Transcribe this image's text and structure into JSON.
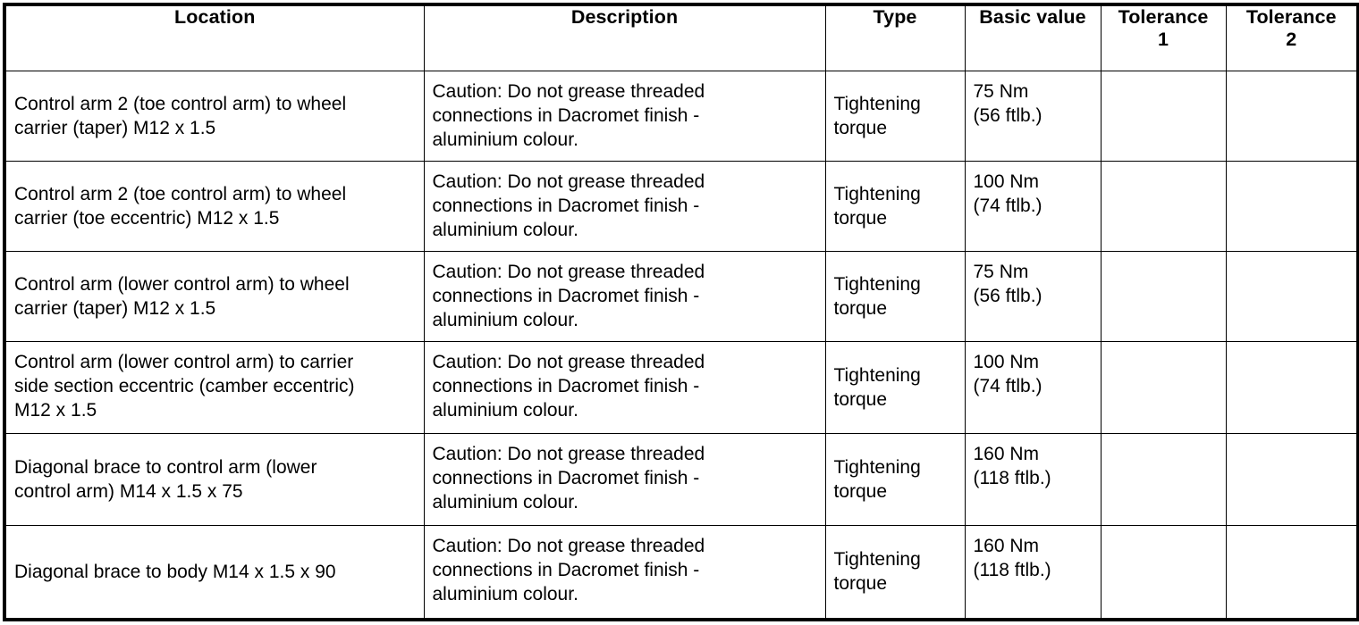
{
  "table": {
    "columns": [
      {
        "key": "location",
        "label": "Location"
      },
      {
        "key": "description",
        "label": "Description"
      },
      {
        "key": "type",
        "label": "Type"
      },
      {
        "key": "basic_value",
        "label": "Basic value"
      },
      {
        "key": "tolerance_1",
        "label": "Tolerance\n1"
      },
      {
        "key": "tolerance_2",
        "label": "Tolerance\n2"
      }
    ],
    "header": {
      "location": "Location",
      "description": "Description",
      "type": "Type",
      "basic_value": "Basic value",
      "tolerance_1_line1": "Tolerance",
      "tolerance_1_line2": "1",
      "tolerance_2_line1": "Tolerance",
      "tolerance_2_line2": "2"
    },
    "rows": [
      {
        "location_line1": "Control arm 2 (toe control arm) to wheel",
        "location_line2": "carrier (taper) M12 x 1.5",
        "location_line3": "",
        "description_line1": "Caution: Do not grease threaded",
        "description_line2": "connections in Dacromet finish -",
        "description_line3": "aluminium colour.",
        "type_line1": "Tightening",
        "type_line2": "torque",
        "basic_value_line1": "75 Nm",
        "basic_value_line2": "(56 ftlb.)",
        "tolerance_1": "",
        "tolerance_2": ""
      },
      {
        "location_line1": "Control arm 2 (toe control arm) to wheel",
        "location_line2": "carrier (toe eccentric) M12 x 1.5",
        "location_line3": "",
        "description_line1": "Caution: Do not grease threaded",
        "description_line2": "connections in Dacromet finish -",
        "description_line3": "aluminium colour.",
        "type_line1": "Tightening",
        "type_line2": "torque",
        "basic_value_line1": "100 Nm",
        "basic_value_line2": "(74 ftlb.)",
        "tolerance_1": "",
        "tolerance_2": ""
      },
      {
        "location_line1": "Control arm (lower control arm) to wheel",
        "location_line2": "carrier (taper) M12 x 1.5",
        "location_line3": "",
        "description_line1": "Caution: Do not grease threaded",
        "description_line2": "connections in Dacromet finish -",
        "description_line3": "aluminium colour.",
        "type_line1": "Tightening",
        "type_line2": "torque",
        "basic_value_line1": "75 Nm",
        "basic_value_line2": "(56 ftlb.)",
        "tolerance_1": "",
        "tolerance_2": ""
      },
      {
        "location_line1": "Control arm (lower control arm) to carrier",
        "location_line2": "side section eccentric (camber eccentric)",
        "location_line3": "M12 x 1.5",
        "description_line1": "Caution: Do not grease threaded",
        "description_line2": "connections in Dacromet finish -",
        "description_line3": "aluminium colour.",
        "type_line1": "Tightening",
        "type_line2": "torque",
        "basic_value_line1": "100 Nm",
        "basic_value_line2": "(74 ftlb.)",
        "tolerance_1": "",
        "tolerance_2": ""
      },
      {
        "location_line1": "Diagonal brace to control arm (lower",
        "location_line2": "control arm) M14 x 1.5 x 75",
        "location_line3": "",
        "description_line1": "Caution: Do not grease threaded",
        "description_line2": "connections in Dacromet finish -",
        "description_line3": "aluminium colour.",
        "type_line1": "Tightening",
        "type_line2": "torque",
        "basic_value_line1": "160 Nm",
        "basic_value_line2": "(118 ftlb.)",
        "tolerance_1": "",
        "tolerance_2": ""
      },
      {
        "location_line1": "Diagonal brace to body M14 x 1.5 x 90",
        "location_line2": "",
        "location_line3": "",
        "description_line1": "Caution: Do not grease threaded",
        "description_line2": "connections in Dacromet finish -",
        "description_line3": "aluminium colour.",
        "type_line1": "Tightening",
        "type_line2": "torque",
        "basic_value_line1": "160 Nm",
        "basic_value_line2": "(118 ftlb.)",
        "tolerance_1": "",
        "tolerance_2": ""
      }
    ]
  }
}
